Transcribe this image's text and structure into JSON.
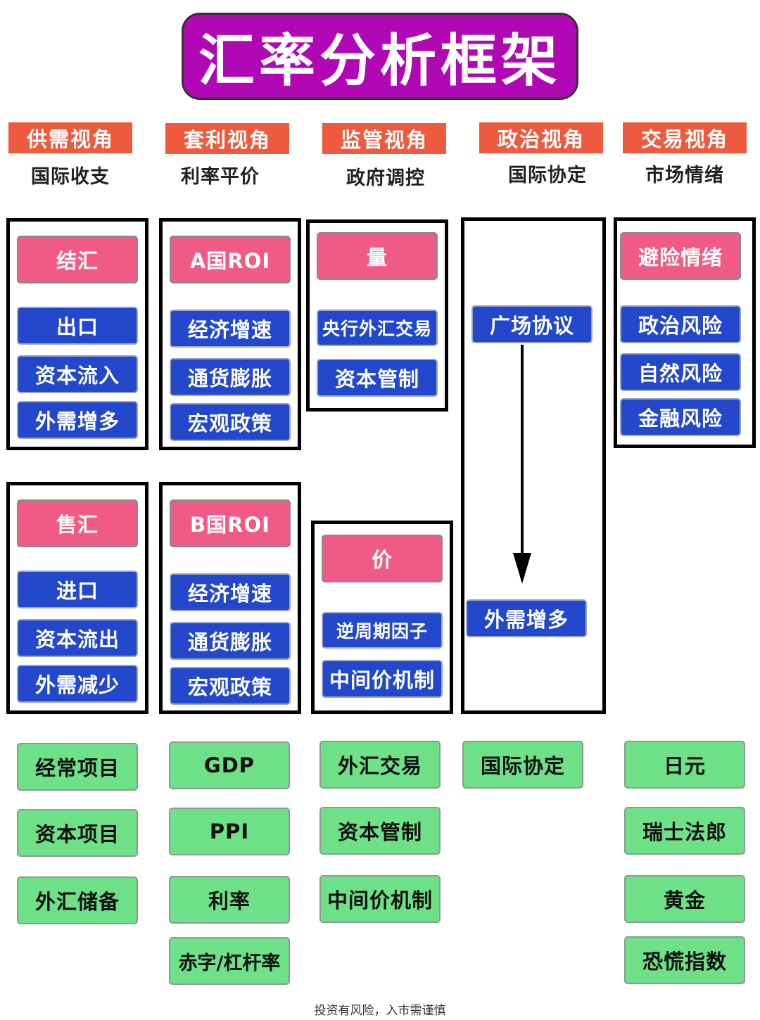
{
  "title": "汇率分析框架",
  "perspectives": [
    {
      "label": "供需视角",
      "sub": "国际收支"
    },
    {
      "label": "套利视角",
      "sub": "利率平价"
    },
    {
      "label": "监管视角",
      "sub": "政府调控"
    },
    {
      "label": "政治视角",
      "sub": "国际协定"
    },
    {
      "label": "交易视角",
      "sub": "市场情绪"
    }
  ],
  "supply": {
    "settle": {
      "head": "结汇",
      "items": [
        "出口",
        "资本流入",
        "外需增多"
      ]
    },
    "sell": {
      "head": "售汇",
      "items": [
        "进口",
        "资本流出",
        "外需减少"
      ]
    }
  },
  "arbitrage": {
    "a": {
      "head": "A国ROI",
      "items": [
        "经济增速",
        "通货膨胀",
        "宏观政策"
      ]
    },
    "b": {
      "head": "B国ROI",
      "items": [
        "经济增速",
        "通货膨胀",
        "宏观政策"
      ]
    }
  },
  "regulation": {
    "quantity": {
      "head": "量",
      "items": [
        "央行外汇交易",
        "资本管制"
      ]
    },
    "price": {
      "head": "价",
      "items": [
        "逆周期因子",
        "中间价机制"
      ]
    }
  },
  "politics": {
    "start": "广场协议",
    "end": "外需增多"
  },
  "trading": {
    "head": "避险情绪",
    "items": [
      "政治风险",
      "自然风险",
      "金融风险"
    ]
  },
  "indicators": {
    "supply": [
      "经常项目",
      "资本项目",
      "外汇储备"
    ],
    "arbitrage": [
      "GDP",
      "PPI",
      "利率",
      "赤字/杠杆率"
    ],
    "regulation": [
      "外汇交易",
      "资本管制",
      "中间价机制"
    ],
    "politics": [
      "国际协定"
    ],
    "trading": [
      "日元",
      "瑞士法郎",
      "黄金",
      "恐慌指数"
    ]
  },
  "footer": "投资有风险，入市需谨慎",
  "colors": {
    "title_bg": "#b108b5",
    "perspective_bg": "#ee5a3d",
    "head_bg": "#ef5b86",
    "item_bg": "#2348cc",
    "indicator_bg": "#6ee088"
  }
}
